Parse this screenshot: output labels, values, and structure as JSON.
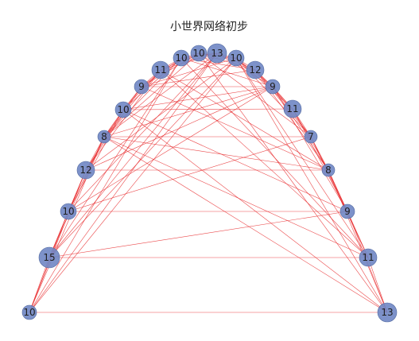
{
  "title": "小世界网络初步",
  "colors": {
    "node_fill": "#6f86c4",
    "node_stroke": "#50689f",
    "edge": "#e8282a",
    "label": "#1f1f1f"
  },
  "nodes": [
    {
      "id": "n0",
      "label": "10"
    },
    {
      "id": "n1",
      "label": "15"
    },
    {
      "id": "n2",
      "label": "10"
    },
    {
      "id": "n3",
      "label": "12"
    },
    {
      "id": "n4",
      "label": "8"
    },
    {
      "id": "n5",
      "label": "10"
    },
    {
      "id": "n6",
      "label": "9"
    },
    {
      "id": "n7",
      "label": "11"
    },
    {
      "id": "n8",
      "label": "10"
    },
    {
      "id": "n9",
      "label": "10"
    },
    {
      "id": "n10",
      "label": "13"
    },
    {
      "id": "n11",
      "label": "10"
    },
    {
      "id": "n12",
      "label": "12"
    },
    {
      "id": "n13",
      "label": "9"
    },
    {
      "id": "n14",
      "label": "11"
    },
    {
      "id": "n15",
      "label": "7"
    },
    {
      "id": "n16",
      "label": "8"
    },
    {
      "id": "n17",
      "label": "9"
    },
    {
      "id": "n18",
      "label": "11"
    },
    {
      "id": "n19",
      "label": "13"
    }
  ]
}
